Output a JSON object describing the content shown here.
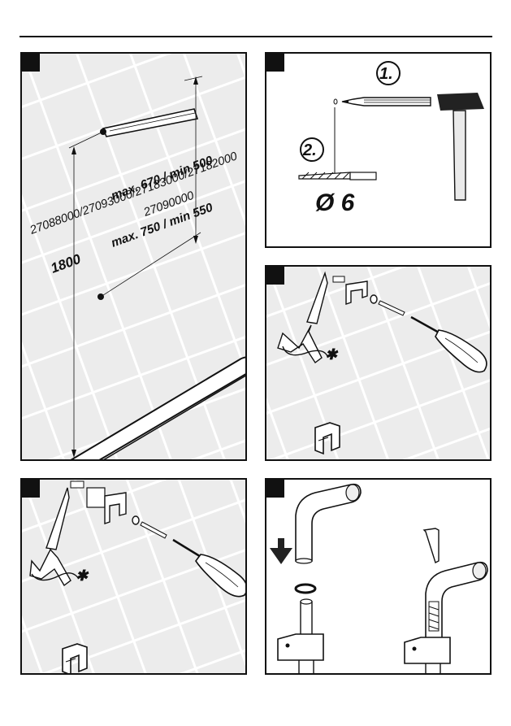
{
  "step1": {
    "models_a": "27088000/27093000/27183000/27182000",
    "range_a": "max. 670 / min 500",
    "model_b": "27090000",
    "range_b": "max. 750 / min 550",
    "height": "1800"
  },
  "step2": {
    "label_1": "1.",
    "label_2": "2.",
    "drill": "Ø 6"
  },
  "colors": {
    "tile_bg": "#ededed",
    "tile_grout": "#ffffff",
    "ink": "#111111"
  }
}
